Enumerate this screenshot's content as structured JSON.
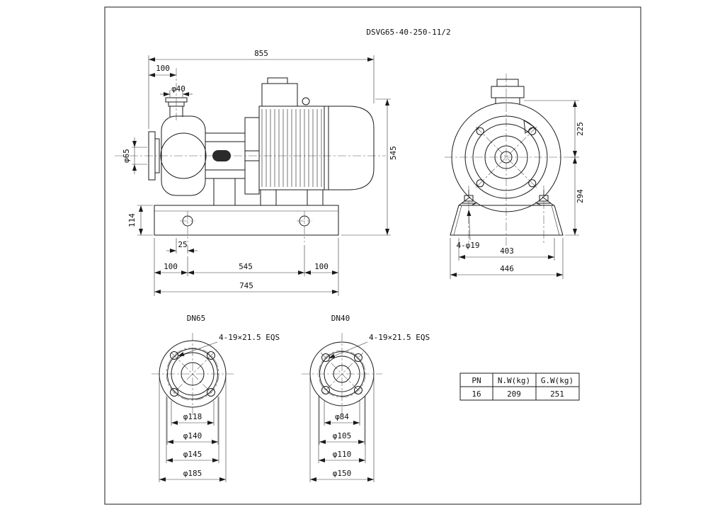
{
  "drawing_title": "DSVG65-40-250-11/2",
  "side_view": {
    "dim_overall_length": "855",
    "dim_discharge_offset": "100",
    "dim_discharge_dia": "φ40",
    "dim_suction_dia": "φ65",
    "dim_overall_height": "545",
    "dim_base_height": "114",
    "dim_hole_offset": "25",
    "dim_foot_left": "100",
    "dim_foot_span": "545",
    "dim_foot_right": "100",
    "dim_base_length": "745"
  },
  "end_view": {
    "dim_center_to_top": "225",
    "dim_center_to_base": "294",
    "label_anchor_holes": "4-φ19",
    "dim_foot_span": "403",
    "dim_base_width": "446"
  },
  "flange_dn65": {
    "label": "DN65",
    "note_holes": "4-19×21.5 EQS",
    "dims": [
      "φ118",
      "φ140",
      "φ145",
      "φ185"
    ]
  },
  "flange_dn40": {
    "label": "DN40",
    "note_holes": "4-19×21.5 EQS",
    "dims": [
      "φ84",
      "φ105",
      "φ110",
      "φ150"
    ]
  },
  "spec_table": {
    "headers": [
      "PN",
      "N.W(kg)",
      "G.W(kg)"
    ],
    "values": [
      "16",
      "209",
      "251"
    ]
  }
}
